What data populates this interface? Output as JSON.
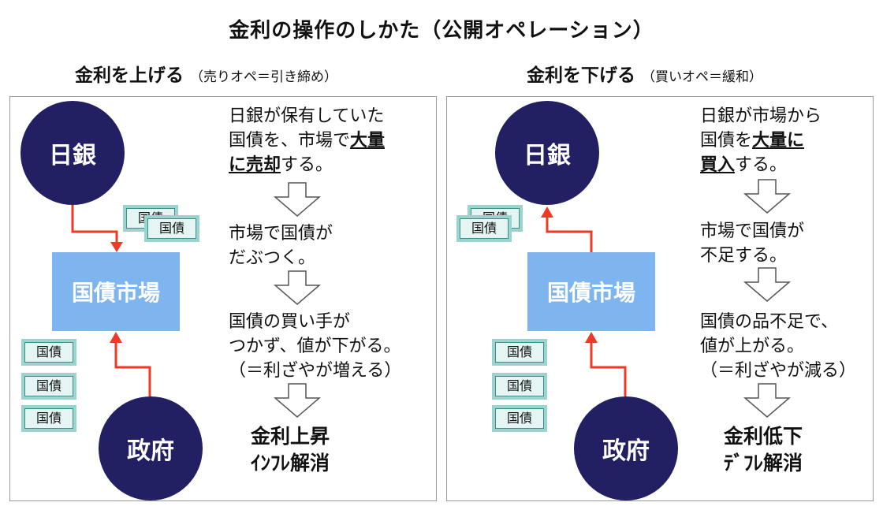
{
  "title": "金利の操作のしかた（公開オペレーション）",
  "left": {
    "heading": "金利を上げる",
    "subheading": "（売りオペ＝引き締め）",
    "boj_label": "日銀",
    "market_label": "国債市場",
    "gov_label": "政府",
    "bond_label": "国債",
    "step1": {
      "line1": "日銀が保有していた",
      "line2a": "国債を、市場で",
      "emph1": "大量",
      "emph2": "に売却",
      "line3b": "する。"
    },
    "step2": {
      "line1": "市場で国債が",
      "line2": "だぶつく。"
    },
    "step3": {
      "line1": "国債の買い手が",
      "line2": "つかず、値が下がる。",
      "line3": "（＝利ざやが増える）"
    },
    "result": {
      "line1": "金利上昇",
      "line2": "ｲﾝﾌﾚ解消"
    }
  },
  "right": {
    "heading": "金利を下げる",
    "subheading": "（買いオペ＝緩和）",
    "boj_label": "日銀",
    "market_label": "国債市場",
    "gov_label": "政府",
    "bond_label": "国債",
    "step1": {
      "line1": "日銀が市場から",
      "line2a": "国債を",
      "emph1": "大量に",
      "emph2": "買入",
      "line3b": "する。"
    },
    "step2": {
      "line1": "市場で国債が",
      "line2": "不足する。"
    },
    "step3": {
      "line1": "国債の品不足で、",
      "line2": "値が上がる。",
      "line3": "（＝利ざやが減る）"
    },
    "result": {
      "line1": "金利低下",
      "line2": "ﾃﾞﾌﾚ解消"
    }
  },
  "colors": {
    "navy": "#221f63",
    "market": "#7eb5ee",
    "arrow": "#ee3a24",
    "bond_frame": "#9bd4cf"
  }
}
